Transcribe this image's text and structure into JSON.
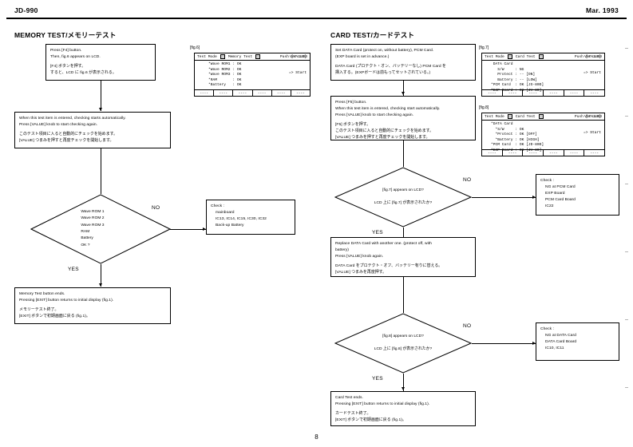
{
  "header": {
    "model": "JD-990",
    "date": "Mar. 1993",
    "page_number": "8"
  },
  "sections": {
    "memory": {
      "title": "MEMORY TEST/メモリーテスト"
    },
    "card": {
      "title": "CARD TEST/カードテスト"
    }
  },
  "memory_flow": {
    "box1": {
      "l1": "Press  [F4]  button.",
      "l2": "Then, fig.6  appears on LCD.",
      "l3": "[F4] ボタンを押す。",
      "l4": "すると、LCD に fig.6 が表示される。"
    },
    "box2": {
      "l1": "When this test item is entered, checking starts automatically.",
      "l2": "Press  [VALUE]  knob to start checking again.",
      "l3": "このテスト項目に入ると自動的にチェックを始めます。",
      "l4": "[VALUE] つまみを押すと再度チェックを開始します。"
    },
    "decision": {
      "l1": "Wave ROM 1",
      "l2": "Wave ROM 2",
      "l3": "Wave ROM 3",
      "l4": "RAM",
      "l5": "Battery",
      "l6": "OK ?"
    },
    "yes_label": "YES",
    "no_label": "NO",
    "check": {
      "l1": "Check :",
      "l2": "mainboard",
      "l3": "IC13, IC14, IC15, IC30, IC32",
      "l4": "Back-up  Battery"
    },
    "box_end": {
      "l1": "Memory Test button ends.",
      "l2": "Pressing  [EXIT]  button returns to initial display  (fig.1).",
      "l3": "メモリーテスト終了。",
      "l4": "[EXIT] ボタンで初期画面に戻る (fig.1)。"
    }
  },
  "card_flow": {
    "box1": {
      "l1": "Set DATA Card  (protect on, without battery), PCM Card.",
      "l2": "(EXP board is set in advance.)",
      "l3": "DATA Card (プロテクト・オン、バッテリーなし) PCM Card を",
      "l4": "挿入する。(EXPボードは前もってセットされている。)"
    },
    "box2": {
      "l1": "Press  [F5]  button.",
      "l2": "When this test item is entered, checking start automatically.",
      "l3": "Press  [VALUE]  knob to start checking again.",
      "l4": "[F5] ボタンを押す。",
      "l5": "このテスト項目に入ると自動的にチェックを始めます。",
      "l6": "[VALUE] つまみを押すと再度チェックを開始します。"
    },
    "decision1": {
      "l1": "[fig.7]  appears on LCD?",
      "l2": "LCD 上に [fig.7] が表示されたか?"
    },
    "check1": {
      "l1": "Check :",
      "l2": "NG at PCM Card",
      "l3": "EXP Board",
      "l4": "PCM Card Board",
      "l5": "IC22"
    },
    "box3": {
      "l1": "Replace DATA Card with another one.  (protect off, with",
      "l2": "battery)",
      "l3": "Press  [VALUE]  knob again.",
      "l4": "DATA Card をプロテクト・オフ、バッテリー有りに替える。",
      "l5": "[VALUE] つまみを再度押す。"
    },
    "decision2": {
      "l1": "[fig.8]  appears on LCD?",
      "l2": "LCD 上に [fig.8] が表示されたか?"
    },
    "check2": {
      "l1": "Check :",
      "l2": "NG at DATA Card",
      "l3": "DATA Card Board",
      "l4": "IC10, IC11"
    },
    "box_end": {
      "l1": "Card Test ends.",
      "l2": "Pressing  [EXIT]  button returns to initial display  (fig.1).",
      "l3": "カードテスト終了。",
      "l4": "[EXIT] ボタンで初期画面に戻る (fig.1)。"
    },
    "yes_label": "YES",
    "no_label": "NO"
  },
  "fig6": {
    "caption": "[fig.6]",
    "title_left": "Test Mode",
    "title_mid": "Memory Test",
    "title_right": "Ver 1.00",
    "lines": [
      "*Wave ROM1 : OK",
      "*Wave ROM2 : OK",
      "*Wave ROM3 : OK",
      "*RAM       : OK",
      "*Battery   : OK"
    ],
    "push_l1": "Push [VALUE]",
    "push_l2": " => Start",
    "buttons": [
      "----",
      "----",
      "----",
      "----",
      "----",
      "----"
    ]
  },
  "fig7": {
    "caption": "[fig.7]",
    "title_left": "Test Mode",
    "title_mid": "Card Test",
    "title_right": "Ver 1.00",
    "lines": [
      " DATA Card",
      "   S/W     : NG",
      "   Protect : -- [ON]",
      "   Battery : -- [LOW]",
      "*PCM Card  : OK [JS-80D]",
      "*EXP Board : OK [JV-80]"
    ],
    "push_l1": "Push [VALUE]",
    "push_l2": " => Start",
    "buttons": [
      "----",
      "----",
      "----",
      "----",
      "----",
      "----"
    ]
  },
  "fig8": {
    "caption": "[fig.8]",
    "title_left": "Test Mode",
    "title_mid": "Card Test",
    "title_right": "Ver 1.00",
    "lines": [
      "*DATA Card",
      "  *S/W     : OK",
      "  *Protect : OK [OFF]",
      "  *Battery : OK [HIGH]",
      "*PCM Card  : OK [JD-80D]",
      "*EXP Board : OK [JV-80]"
    ],
    "push_l1": "Push [VALUE]",
    "push_l2": " => Start",
    "buttons": [
      "----",
      "----",
      "----",
      "----",
      "----",
      "----"
    ]
  }
}
